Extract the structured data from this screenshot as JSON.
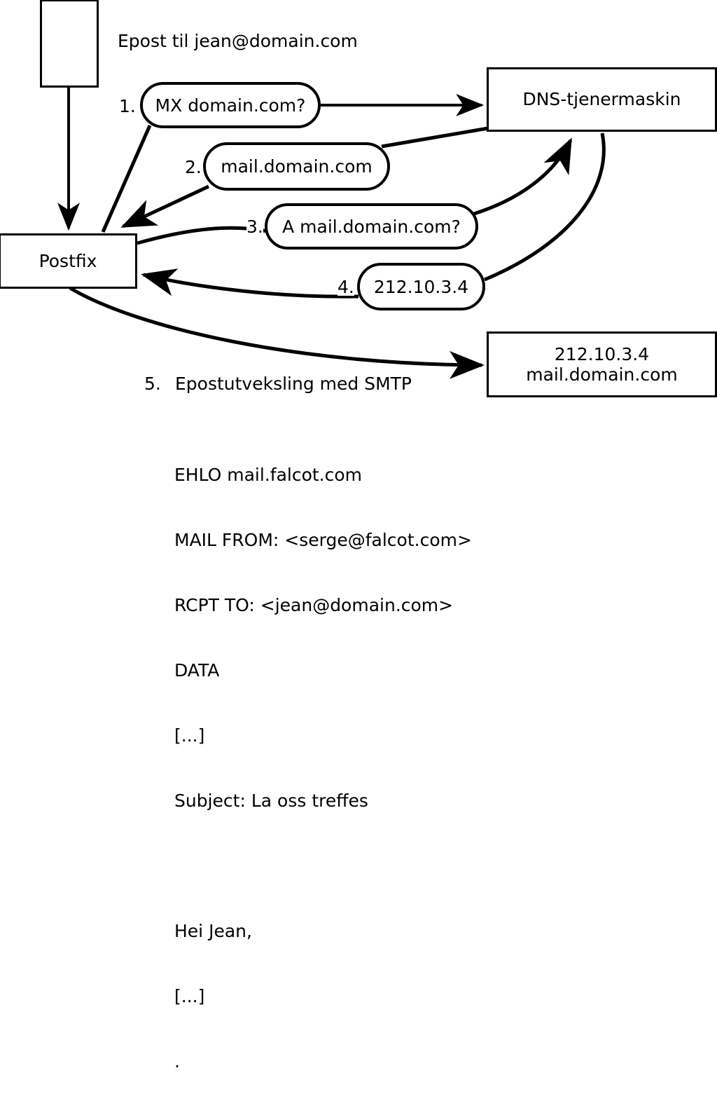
{
  "diagram": {
    "title_note": "Epost til jean@domain.com",
    "nodes": {
      "client": {
        "label": ""
      },
      "postfix": {
        "label": "Postfix"
      },
      "dns_server": {
        "label": "DNS-tjenermaskin"
      },
      "mail_server": {
        "line1": "212.10.3.4",
        "line2": "mail.domain.com"
      }
    },
    "steps": [
      {
        "num": "1.",
        "label": "MX domain.com?"
      },
      {
        "num": "2.",
        "label": "mail.domain.com"
      },
      {
        "num": "3.",
        "label": "A mail.domain.com?"
      },
      {
        "num": "4.",
        "label": "212.10.3.4"
      },
      {
        "num": "5.",
        "label": "Epostutveksling med SMTP"
      }
    ],
    "smtp_transcript": {
      "line1": "EHLO mail.falcot.com",
      "line2": "MAIL FROM: <serge@falcot.com>",
      "line3": "RCPT TO: <jean@domain.com>",
      "line4": "DATA",
      "line5": "[...]",
      "line6": "Subject: La oss treffes",
      "line7": "Hei Jean,",
      "line8": "[...]",
      "line9": "."
    },
    "colors": {
      "stroke": "#000000",
      "background": "#ffffff"
    }
  }
}
